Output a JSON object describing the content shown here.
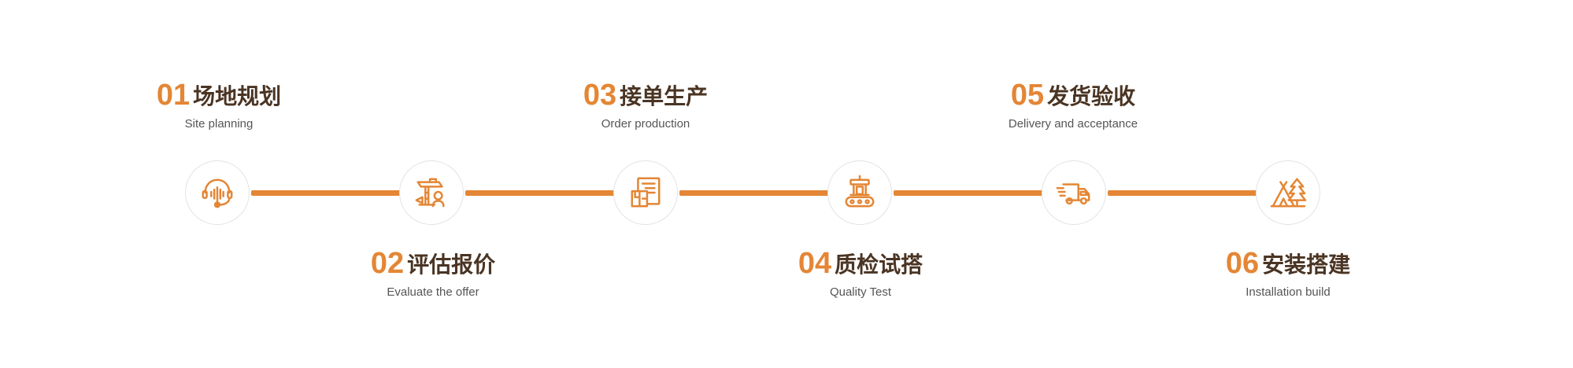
{
  "accent_color": "#e48635",
  "title_color": "#4a3423",
  "steps": [
    {
      "num": "01",
      "title": "场地规划",
      "subtitle": "Site planning",
      "icon": "headset-icon"
    },
    {
      "num": "02",
      "title": "评估报价",
      "subtitle": "Evaluate the offer",
      "icon": "crane-inspection-icon"
    },
    {
      "num": "03",
      "title": "接单生产",
      "subtitle": "Order production",
      "icon": "order-document-icon"
    },
    {
      "num": "04",
      "title": "质检试搭",
      "subtitle": "Quality Test",
      "icon": "conveyor-robot-icon"
    },
    {
      "num": "05",
      "title": "发货验收",
      "subtitle": "Delivery and acceptance",
      "icon": "delivery-truck-icon"
    },
    {
      "num": "06",
      "title": "安装搭建",
      "subtitle": "Installation build",
      "icon": "tent-tree-icon"
    }
  ]
}
